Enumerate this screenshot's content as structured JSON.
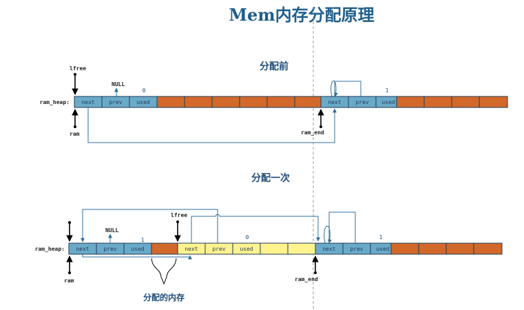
{
  "title": "Mem内存分配原理",
  "before": {
    "heading": "分配前",
    "heap_label": "ram_heap:",
    "lfree_label": "lfree",
    "null_label": "NULL",
    "ram_label": "ram",
    "ram_end_label": "ram_end",
    "first_used_value": "0",
    "end_used_value": "1",
    "header1": [
      "next",
      "prev",
      "used"
    ],
    "header2": [
      "next",
      "prev",
      "used"
    ]
  },
  "after": {
    "heading": "分配一次",
    "heap_label": "ram_heap:",
    "lfree_label": "lfree",
    "null_label": "NULL",
    "ram_label": "ram",
    "ram_end_label": "ram_end",
    "first_used_value": "1",
    "second_used_value": "0",
    "end_used_value": "1",
    "header1": [
      "next",
      "prev",
      "used"
    ],
    "header2": [
      "next",
      "prev",
      "used"
    ],
    "header3": [
      "next",
      "prev",
      "used"
    ],
    "allocated_label": "分配的内存"
  },
  "colors": {
    "header_fill": "#6aaac9",
    "used_block": "#d2692a",
    "free_block": "#fff38f",
    "wire": "#2e6f9e",
    "divider": "#9a9a9a"
  }
}
